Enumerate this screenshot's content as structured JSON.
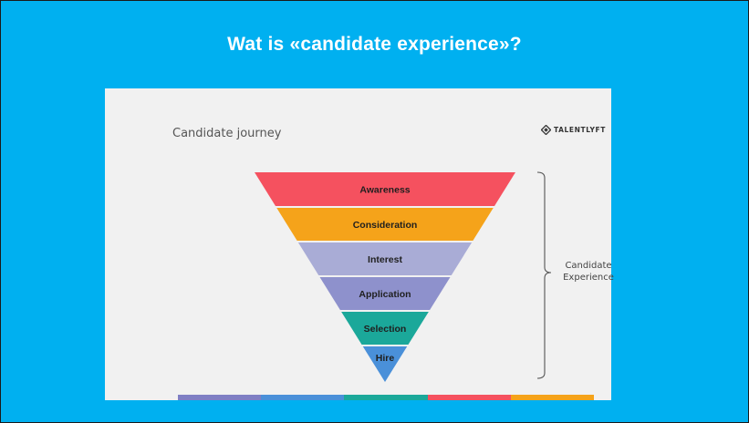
{
  "slide": {
    "title": "Wat is «candidate experience»?",
    "background_color": "#00b0f0"
  },
  "infographic": {
    "subtitle": "Candidate journey",
    "brand": "TALENTLYFT",
    "brand_icon": "diamond-logo-icon",
    "bracket_label_line1": "Candidate",
    "bracket_label_line2": "Experience",
    "stages": [
      {
        "label": "Awareness",
        "color": "#f5515f"
      },
      {
        "label": "Consideration",
        "color": "#f5a31a"
      },
      {
        "label": "Interest",
        "color": "#a9acd6"
      },
      {
        "label": "Application",
        "color": "#8e91cc"
      },
      {
        "label": "Selection",
        "color": "#1ba89a"
      },
      {
        "label": "Hire",
        "color": "#4a90d9"
      }
    ],
    "bottom_bar_colors": [
      "#7f7fc4",
      "#4a90d9",
      "#1ba89a",
      "#f5515f",
      "#f5a31a"
    ]
  }
}
